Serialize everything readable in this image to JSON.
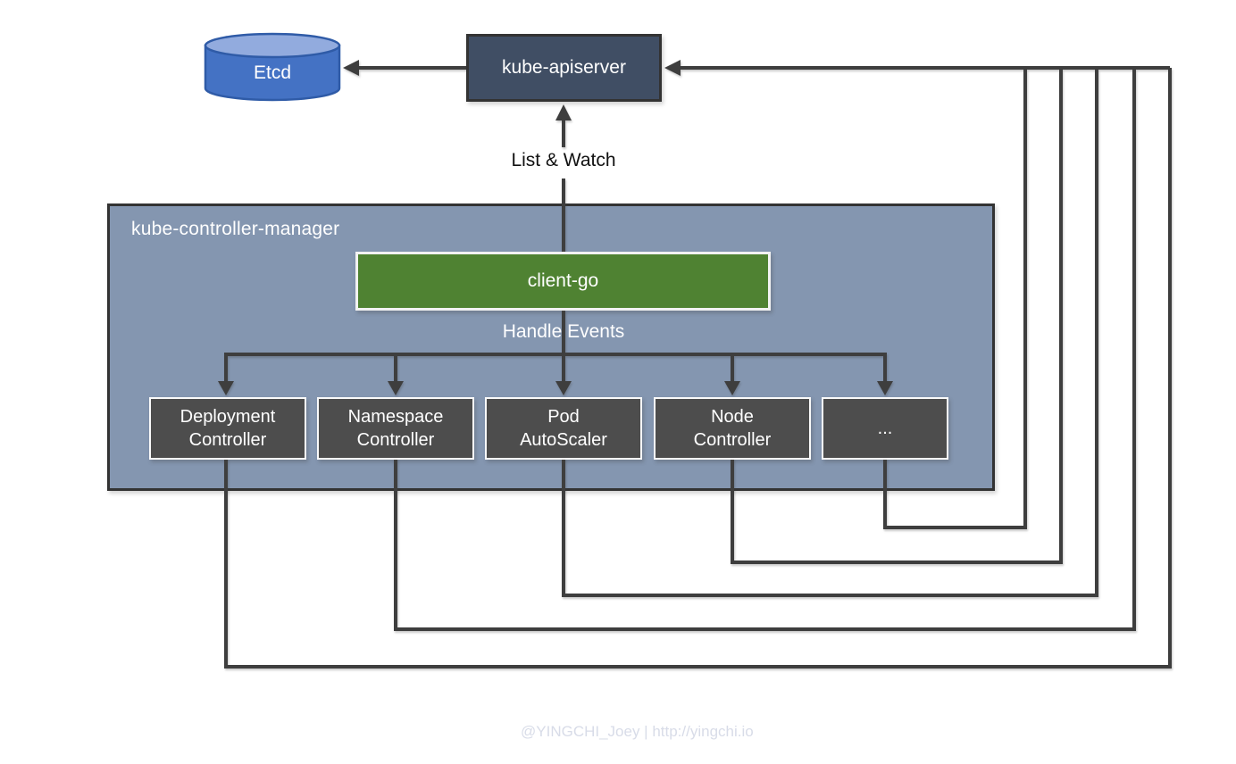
{
  "diagram": {
    "etcd": {
      "label": "Etcd"
    },
    "kube_apiserver": {
      "label": "kube-apiserver"
    },
    "edges": {
      "list_watch": "List & Watch",
      "handle_events": "Handle Events"
    },
    "kube_controller_manager": {
      "label": "kube-controller-manager",
      "client_go": {
        "label": "client-go"
      },
      "controllers": [
        {
          "label": "Deployment\nController"
        },
        {
          "label": "Namespace\nController"
        },
        {
          "label": "Pod\nAutoScaler"
        },
        {
          "label": "Node\nController"
        },
        {
          "label": "..."
        }
      ]
    },
    "watermark": "@YINGCHI_Joey | http://yingchi.io",
    "colors": {
      "etcd_body_fill": "#4472C4",
      "etcd_top_fill": "#92ABDE",
      "etcd_stroke": "#2F5BA7",
      "apiserver_fill": "#404E64",
      "controller_manager_fill": "#8496B0",
      "client_go_fill": "#4F8232",
      "controller_box_fill": "#4D4D4D",
      "box_border_dark": "#333333",
      "box_border_light": "#F2F2F2",
      "connector_line": "#3E3E3E",
      "watermark_text": "#D8DCE8"
    }
  }
}
